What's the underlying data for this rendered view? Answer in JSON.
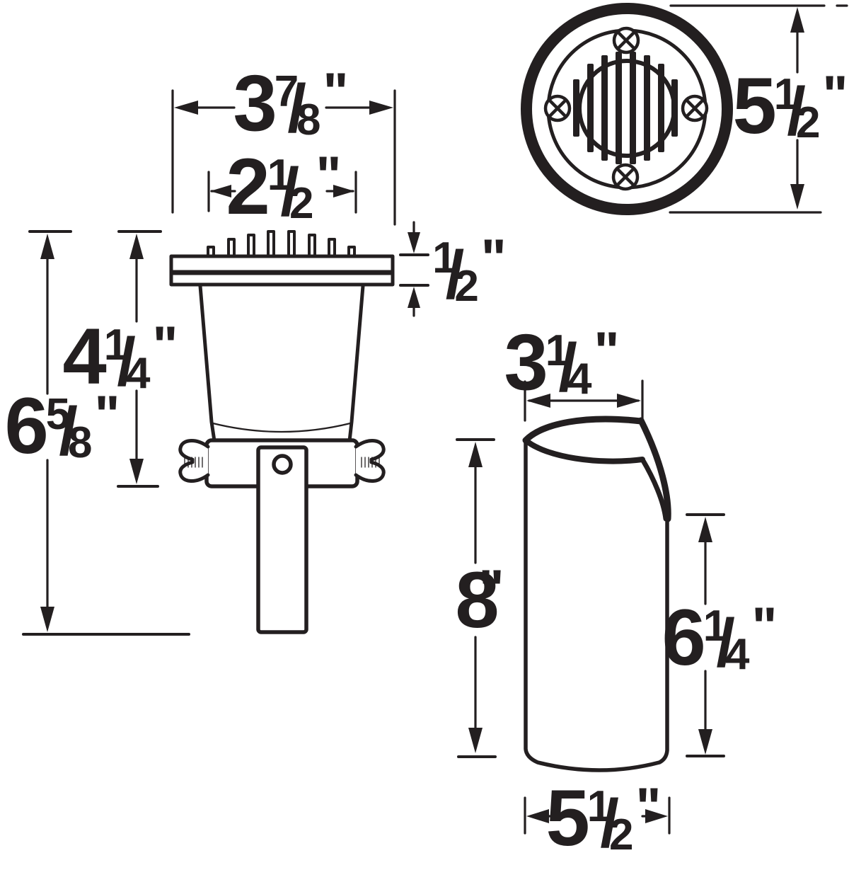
{
  "colors": {
    "ink": "#231f20",
    "background": "#ffffff"
  },
  "labels": {
    "flange_width": {
      "whole": "3",
      "num": "7",
      "slash": "/",
      "den": "8",
      "unit": "\""
    },
    "grill_width": {
      "whole": "2",
      "num": "1",
      "slash": "/",
      "den": "2",
      "unit": "\""
    },
    "flange_thickness": {
      "whole": "",
      "num": "1",
      "slash": "/",
      "den": "2",
      "unit": "\""
    },
    "body_height": {
      "whole": "4",
      "num": "1",
      "slash": "/",
      "den": "4",
      "unit": "\""
    },
    "overall_height": {
      "whole": "6",
      "num": "5",
      "slash": "/",
      "den": "8",
      "unit": "\""
    },
    "top_diameter": {
      "whole": "5",
      "num": "1",
      "slash": "/",
      "den": "2",
      "unit": "\""
    },
    "shroud_top_width": {
      "whole": "3",
      "num": "1",
      "slash": "/",
      "den": "4",
      "unit": "\""
    },
    "shroud_height": {
      "whole": "8",
      "num": "",
      "slash": "",
      "den": "",
      "unit": "\""
    },
    "shroud_front_height": {
      "whole": "6",
      "num": "1",
      "slash": "/",
      "den": "4",
      "unit": "\""
    },
    "shroud_bottom_width": {
      "whole": "5",
      "num": "1",
      "slash": "/",
      "den": "2",
      "unit": "\""
    }
  }
}
